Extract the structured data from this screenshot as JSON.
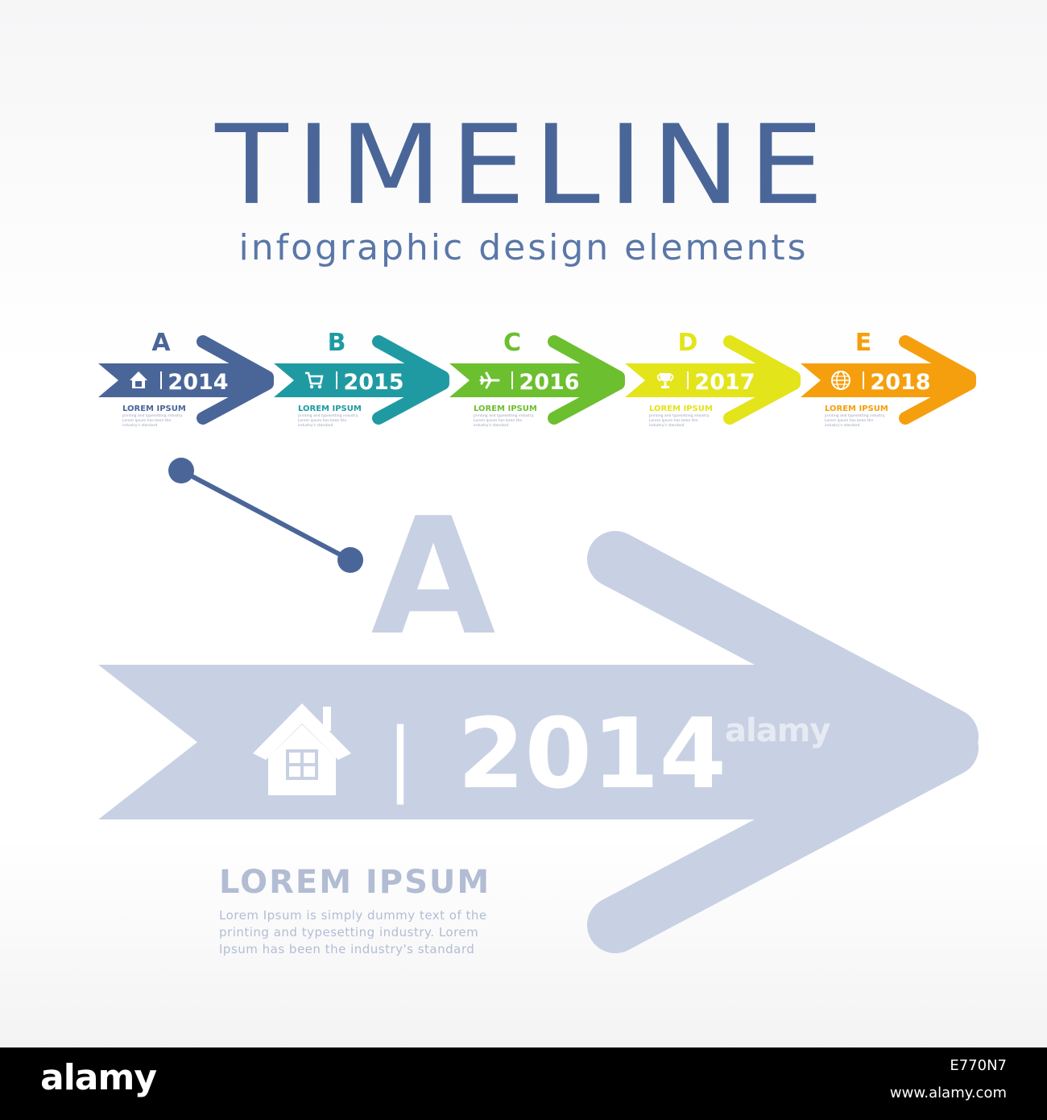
{
  "title": "TIMELINE",
  "subtitle": "infographic design elements",
  "steps": [
    {
      "letter": "A",
      "year": "2014",
      "label": "LOREM IPSUM",
      "icon": "house-icon",
      "color": "#4a6699"
    },
    {
      "letter": "B",
      "year": "2015",
      "label": "LOREM IPSUM",
      "icon": "cart-icon",
      "color": "#1f9aa3"
    },
    {
      "letter": "C",
      "year": "2016",
      "label": "LOREM IPSUM",
      "icon": "airplane-icon",
      "color": "#6cbf2f"
    },
    {
      "letter": "D",
      "year": "2017",
      "label": "LOREM IPSUM",
      "icon": "trophy-icon",
      "color": "#e3e41a"
    },
    {
      "letter": "E",
      "year": "2018",
      "label": "LOREM IPSUM",
      "icon": "globe-icon",
      "color": "#f59f0e"
    }
  ],
  "small_desc": "printing and typesetting industry. Lorem Ipsum has been the industry's standard",
  "detail": {
    "letter": "A",
    "year": "2014",
    "label": "LOREM IPSUM",
    "separator": "|",
    "text": "Lorem Ipsum is simply dummy text of the printing and typesetting industry. Lorem Ipsum has been the industry's standard",
    "color": "#c8d1e3"
  },
  "watermark": "alamy",
  "footer": {
    "brand": "alamy",
    "image_id": "E770N7",
    "site": "www.alamy.com"
  }
}
